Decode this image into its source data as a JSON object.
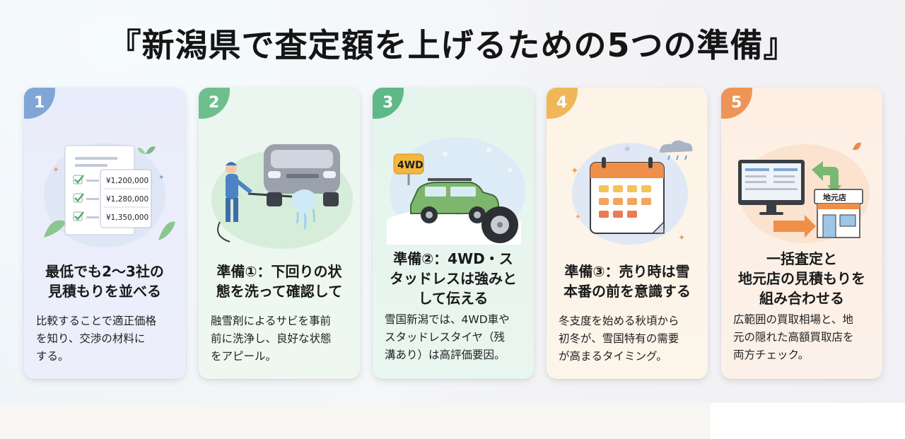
{
  "page": {
    "title": "『新潟県で査定額を上げるための5つの準備』"
  },
  "cards": [
    {
      "number": "1",
      "title_lines": [
        "最低でも2〜3社の",
        "見積もりを並べる"
      ],
      "desc_lines": [
        "比較することで適正価格",
        "を知り、交渉の材料に",
        "する。"
      ],
      "estimates": [
        "¥1,200,000",
        "¥1,280,000",
        "¥1,350,000"
      ],
      "accent": "#7fa6d6"
    },
    {
      "number": "2",
      "title_lines": [
        "準備①：下回りの状",
        "態を洗って確認して"
      ],
      "desc_lines": [
        "融雪剤によるサビを事前",
        "前に洗浄し、良好な状態",
        "をアピール。"
      ],
      "accent": "#6fbf8d"
    },
    {
      "number": "3",
      "title_lines": [
        "準備②：4WD・ス",
        "タッドレスは強みと",
        "して伝える"
      ],
      "desc_lines": [
        "雪国新潟では、4WD車や",
        "スタッドレスタイヤ（残",
        "溝あり）は高評価要因。"
      ],
      "sign": "4WD",
      "accent": "#5fb888"
    },
    {
      "number": "4",
      "title_lines": [
        "準備③：売り時は雪",
        "本番の前を意識する"
      ],
      "desc_lines": [
        "冬支度を始める秋頃から",
        "初冬が、雪国特有の需要",
        "が高まるタイミング。"
      ],
      "accent": "#f0b758"
    },
    {
      "number": "5",
      "title_lines": [
        "一括査定と",
        "地元店の見積もりを",
        "組み合わせる"
      ],
      "desc_lines": [
        "広範囲の買取相場と、地",
        "元の隠れた高額買取店を",
        "両方チェック。"
      ],
      "shop_sign": "地元店",
      "accent": "#ee9457"
    }
  ]
}
